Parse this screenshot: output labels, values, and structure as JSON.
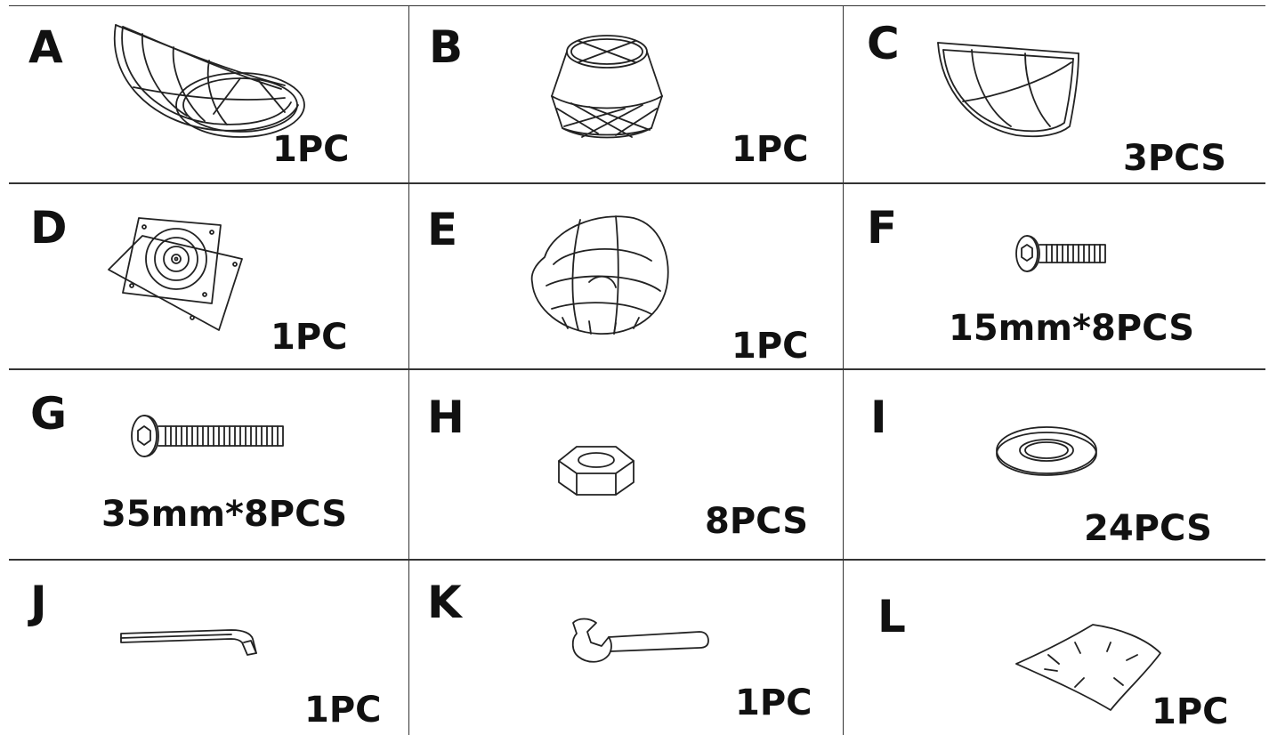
{
  "parts": [
    {
      "letter": "A",
      "qty": "1PC",
      "icon": "saucer-chair-frame-icon"
    },
    {
      "letter": "B",
      "qty": "1PC",
      "icon": "chair-base-frame-icon"
    },
    {
      "letter": "C",
      "qty": "3PCS",
      "icon": "frame-segment-icon"
    },
    {
      "letter": "D",
      "qty": "1PC",
      "icon": "swivel-plate-icon"
    },
    {
      "letter": "E",
      "qty": "1PC",
      "icon": "round-cushion-icon"
    },
    {
      "letter": "F",
      "qty": "15mm*8PCS",
      "icon": "short-bolt-icon"
    },
    {
      "letter": "G",
      "qty": "35mm*8PCS",
      "icon": "long-bolt-icon"
    },
    {
      "letter": "H",
      "qty": "8PCS",
      "icon": "hex-nut-icon"
    },
    {
      "letter": "I",
      "qty": "24PCS",
      "icon": "washer-icon"
    },
    {
      "letter": "J",
      "qty": "1PC",
      "icon": "allen-key-icon"
    },
    {
      "letter": "K",
      "qty": "1PC",
      "icon": "wrench-icon"
    },
    {
      "letter": "L",
      "qty": "1PC",
      "icon": "pillow-icon"
    }
  ]
}
